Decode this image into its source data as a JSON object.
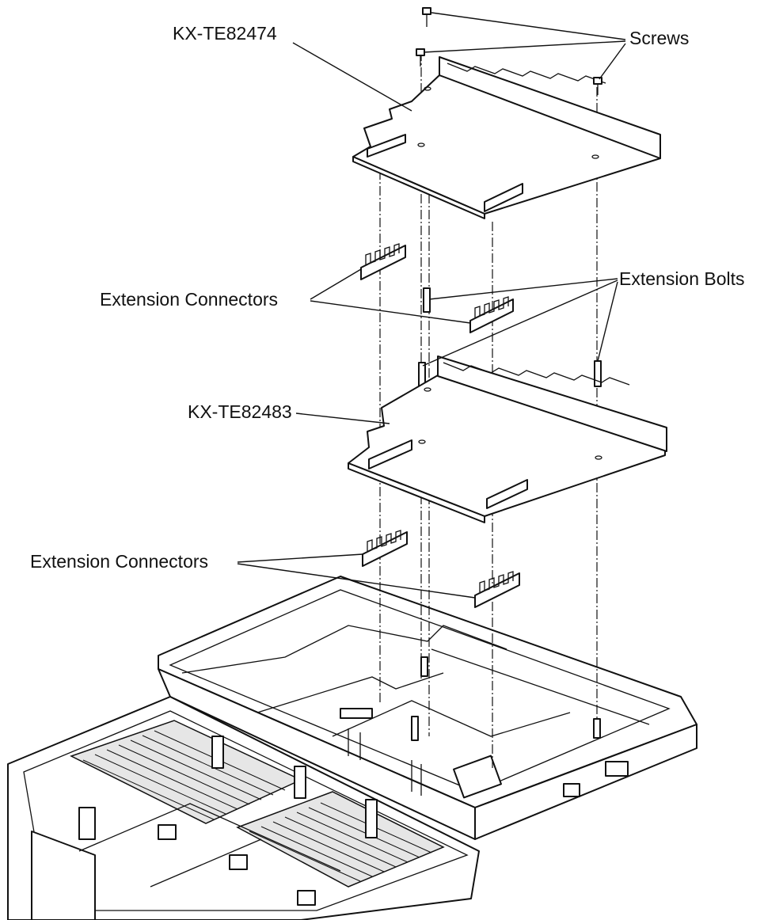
{
  "labels": {
    "upper_board": "KX-TE82474",
    "screws": "Screws",
    "extension_bolts": "Extension Bolts",
    "extension_connectors_upper": "Extension Connectors",
    "lower_board": "KX-TE82483",
    "extension_connectors_lower": "Extension Connectors"
  }
}
